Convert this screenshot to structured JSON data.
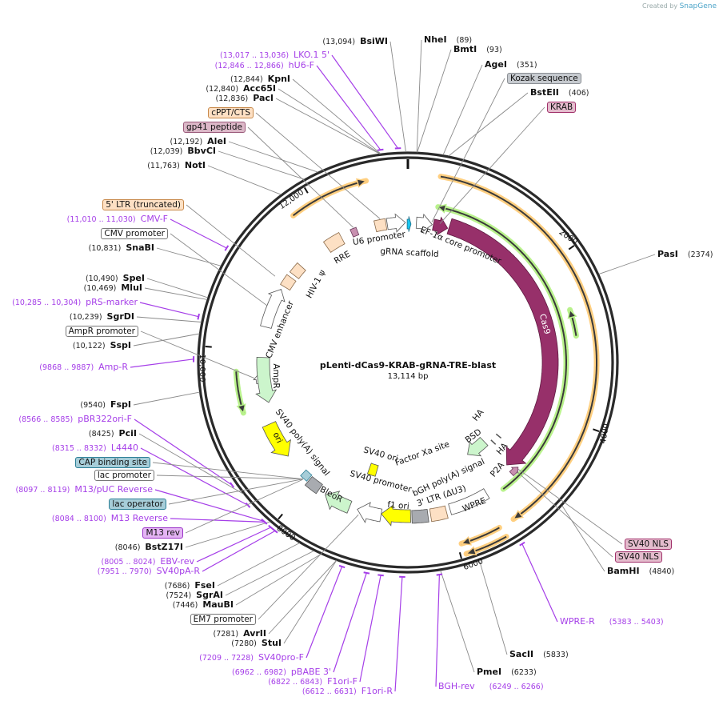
{
  "creator": {
    "prefix": "Created by",
    "brand": "SnapGene"
  },
  "plasmid": {
    "name": "pLenti-dCas9-KRAB-gRNA-TRE-blast",
    "size": "13,114 bp",
    "length_bp": 13114
  },
  "ticks": [
    "2000",
    "4000",
    "6000",
    "8000",
    "10,000",
    "12,000"
  ],
  "sites": [
    {
      "name": "BsiWI",
      "pos": "13,094"
    },
    {
      "name": "NheI",
      "pos": "89"
    },
    {
      "name": "BmtI",
      "pos": "93"
    },
    {
      "name": "AgeI",
      "pos": "351"
    },
    {
      "name": "BstEII",
      "pos": "406"
    },
    {
      "name": "PasI",
      "pos": "2374"
    },
    {
      "name": "BamHI",
      "pos": "4840"
    },
    {
      "name": "SacII",
      "pos": "5833"
    },
    {
      "name": "PmeI",
      "pos": "6233"
    },
    {
      "name": "KpnI",
      "pos": "12,844"
    },
    {
      "name": "Acc65I",
      "pos": "12,840"
    },
    {
      "name": "PacI",
      "pos": "12,836"
    },
    {
      "name": "AleI",
      "pos": "12,192"
    },
    {
      "name": "BbvCI",
      "pos": "12,039"
    },
    {
      "name": "NotI",
      "pos": "11,763"
    },
    {
      "name": "SnaBI",
      "pos": "10,831"
    },
    {
      "name": "SpeI",
      "pos": "10,490"
    },
    {
      "name": "MluI",
      "pos": "10,469"
    },
    {
      "name": "SgrDI",
      "pos": "10,239"
    },
    {
      "name": "SspI",
      "pos": "10,122"
    },
    {
      "name": "FspI",
      "pos": "9540"
    },
    {
      "name": "PciI",
      "pos": "8425"
    },
    {
      "name": "BstZ17I",
      "pos": "8046"
    },
    {
      "name": "FseI",
      "pos": "7686"
    },
    {
      "name": "SgrAI",
      "pos": "7524"
    },
    {
      "name": "MauBI",
      "pos": "7446"
    },
    {
      "name": "AvrII",
      "pos": "7281"
    },
    {
      "name": "StuI",
      "pos": "7280"
    }
  ],
  "primers": [
    {
      "name": "LKO.1 5'",
      "range": "13,017 .. 13,036"
    },
    {
      "name": "hU6-F",
      "range": "12,846 .. 12,866"
    },
    {
      "name": "CMV-F",
      "range": "11,010 .. 11,030"
    },
    {
      "name": "pRS-marker",
      "range": "10,285 .. 10,304"
    },
    {
      "name": "Amp-R",
      "range": "9868 .. 9887"
    },
    {
      "name": "pBR322ori-F",
      "range": "8566 .. 8585"
    },
    {
      "name": "L4440",
      "range": "8315 .. 8332"
    },
    {
      "name": "M13/pUC Reverse",
      "range": "8097 .. 8119"
    },
    {
      "name": "M13 Reverse",
      "range": "8084 .. 8100"
    },
    {
      "name": "EBV-rev",
      "range": "8005 .. 8024"
    },
    {
      "name": "SV40pA-R",
      "range": "7951 .. 7970"
    },
    {
      "name": "SV40pro-F",
      "range": "7209 .. 7228"
    },
    {
      "name": "pBABE 3'",
      "range": "6962 .. 6982"
    },
    {
      "name": "F1ori-F",
      "range": "6822 .. 6843"
    },
    {
      "name": "F1ori-R",
      "range": "6612 .. 6631"
    },
    {
      "name": "WPRE-R",
      "range": "5383 .. 5403"
    },
    {
      "name": "BGH-rev",
      "range": "6249 .. 6266"
    }
  ],
  "features": [
    {
      "name": "Kozak sequence",
      "fill": "#c6cacf",
      "border": "#8b8f94"
    },
    {
      "name": "KRAB",
      "fill": "#e4bccd",
      "border": "#a0306a"
    },
    {
      "name": "cPPT/CTS",
      "fill": "#fde0c4",
      "border": "#c8894a"
    },
    {
      "name": "gp41 peptide",
      "fill": "#dcb8c8",
      "border": "#9a5a7a"
    },
    {
      "name": "5' LTR (truncated)",
      "fill": "#fde0c4",
      "border": "#c8894a"
    },
    {
      "name": "CMV promoter",
      "fill": "#ffffff",
      "border": "#777777"
    },
    {
      "name": "AmpR promoter",
      "fill": "#ffffff",
      "border": "#777777"
    },
    {
      "name": "CAP binding site",
      "fill": "#a6cdd8",
      "border": "#2b7f96"
    },
    {
      "name": "lac promoter",
      "fill": "#ffffff",
      "border": "#777777"
    },
    {
      "name": "lac operator",
      "fill": "#a6cdd8",
      "border": "#2b7f96"
    },
    {
      "name": "M13 rev",
      "fill": "#e4b4f4",
      "border": "#9b35c8"
    },
    {
      "name": "EM7 promoter",
      "fill": "#ffffff",
      "border": "#777777"
    },
    {
      "name": "SV40 NLS",
      "fill": "#e4bccd",
      "border": "#a0306a"
    },
    {
      "name": "SV40 NLS",
      "fill": "#e4bccd",
      "border": "#a0306a"
    }
  ],
  "inner_labels": [
    "RRE",
    "U6 promoter",
    "gRNA scaffold",
    "EF-1α core promoter",
    "Cas9",
    "HIV-1 ψ",
    "CMV enhancer",
    "AmpR",
    "ori",
    "SV40 poly(A) signal",
    "SV40 ori",
    "Factor Xa site",
    "BSD",
    "HA",
    "HA",
    "P2A",
    "bGH poly(A) signal",
    "3' LTR (ΔU3)",
    "WPRE",
    "SV40 promoter",
    "BleoR",
    "f1 ori"
  ],
  "colors": {
    "cas9": "#97306a",
    "primer": "#a53ee8",
    "ring": "#2a2a2a",
    "orange_glow": "#ffcf80",
    "green_glow": "#b9f28c"
  }
}
